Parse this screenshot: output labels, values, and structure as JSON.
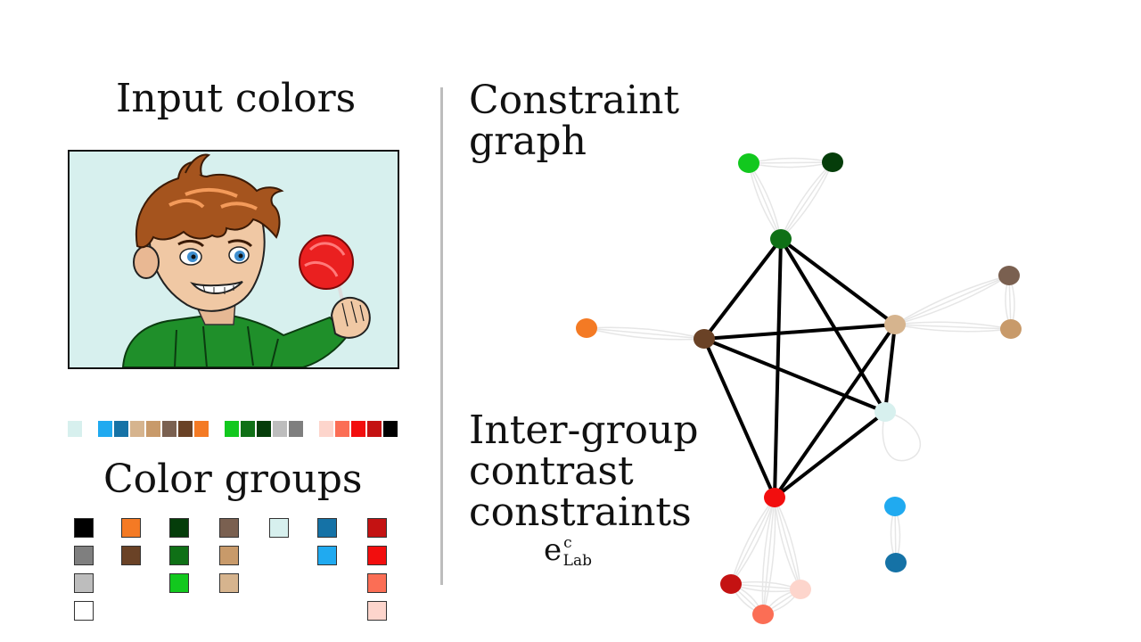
{
  "titles": {
    "input_colors": "Input colors",
    "color_groups": "Color groups",
    "constraint_graph": "Constraint graph",
    "inter_group": "Inter-group contrast constraints"
  },
  "equation": {
    "base": "e",
    "sup": "c",
    "sub": "Lab"
  },
  "palette": [
    "#d7f0ee",
    "#ffffff",
    "#20aaf0",
    "#1572a6",
    "#d6b48e",
    "#c89a6a",
    "#7a6050",
    "#6a4226",
    "#f47a24",
    "#ffffff",
    "#12c81e",
    "#0f7016",
    "#053d0a",
    "#bdbdbd",
    "#7f7f7f",
    "#ffffff",
    "#fdd5cc",
    "#fb6e55",
    "#f20e0e",
    "#c41212",
    "#000000"
  ],
  "color_groups": [
    [
      "#000000",
      "#7f7f7f",
      "#bdbdbd",
      "#ffffff"
    ],
    [
      "#f47a24",
      "#6a4226"
    ],
    [
      "#053d0a",
      "#0f7016",
      "#12c81e"
    ],
    [
      "#7a6050",
      "#c89a6a",
      "#d6b48e"
    ],
    [
      "#d7f0ee"
    ],
    [
      "#1572a6",
      "#20aaf0"
    ],
    [
      "#c41212",
      "#f20e0e",
      "#fb6e55",
      "#fdd5cc"
    ]
  ],
  "graph": {
    "nodes": [
      {
        "id": "light-green",
        "color": "#12c81e"
      },
      {
        "id": "dark-green",
        "color": "#053d0a"
      },
      {
        "id": "green",
        "color": "#0f7016"
      },
      {
        "id": "orange",
        "color": "#f47a24"
      },
      {
        "id": "brown",
        "color": "#6a4226"
      },
      {
        "id": "grey-brown",
        "color": "#7a6050"
      },
      {
        "id": "tan",
        "color": "#c89a6a"
      },
      {
        "id": "light-tan",
        "color": "#d6b48e"
      },
      {
        "id": "light-cyan",
        "color": "#d7f0ee"
      },
      {
        "id": "red",
        "color": "#f20e0e"
      },
      {
        "id": "sky-blue",
        "color": "#20aaf0"
      },
      {
        "id": "teal-blue",
        "color": "#1572a6"
      },
      {
        "id": "dark-red",
        "color": "#c41212"
      },
      {
        "id": "pink",
        "color": "#fdd5cc"
      },
      {
        "id": "salmon",
        "color": "#fb6e55"
      }
    ],
    "strong_edges": [
      [
        "green",
        "brown"
      ],
      [
        "green",
        "light-tan"
      ],
      [
        "green",
        "light-cyan"
      ],
      [
        "green",
        "red"
      ],
      [
        "brown",
        "light-tan"
      ],
      [
        "brown",
        "light-cyan"
      ],
      [
        "brown",
        "red"
      ],
      [
        "light-tan",
        "light-cyan"
      ],
      [
        "light-tan",
        "red"
      ],
      [
        "light-cyan",
        "red"
      ]
    ],
    "light_edges": [
      [
        "light-green",
        "dark-green"
      ],
      [
        "light-green",
        "green"
      ],
      [
        "dark-green",
        "green"
      ],
      [
        "orange",
        "brown"
      ],
      [
        "grey-brown",
        "tan"
      ],
      [
        "grey-brown",
        "light-tan"
      ],
      [
        "tan",
        "light-tan"
      ],
      [
        "sky-blue",
        "teal-blue"
      ],
      [
        "red",
        "dark-red"
      ],
      [
        "red",
        "pink"
      ],
      [
        "red",
        "salmon"
      ],
      [
        "dark-red",
        "pink"
      ],
      [
        "dark-red",
        "salmon"
      ],
      [
        "pink",
        "salmon"
      ]
    ]
  }
}
